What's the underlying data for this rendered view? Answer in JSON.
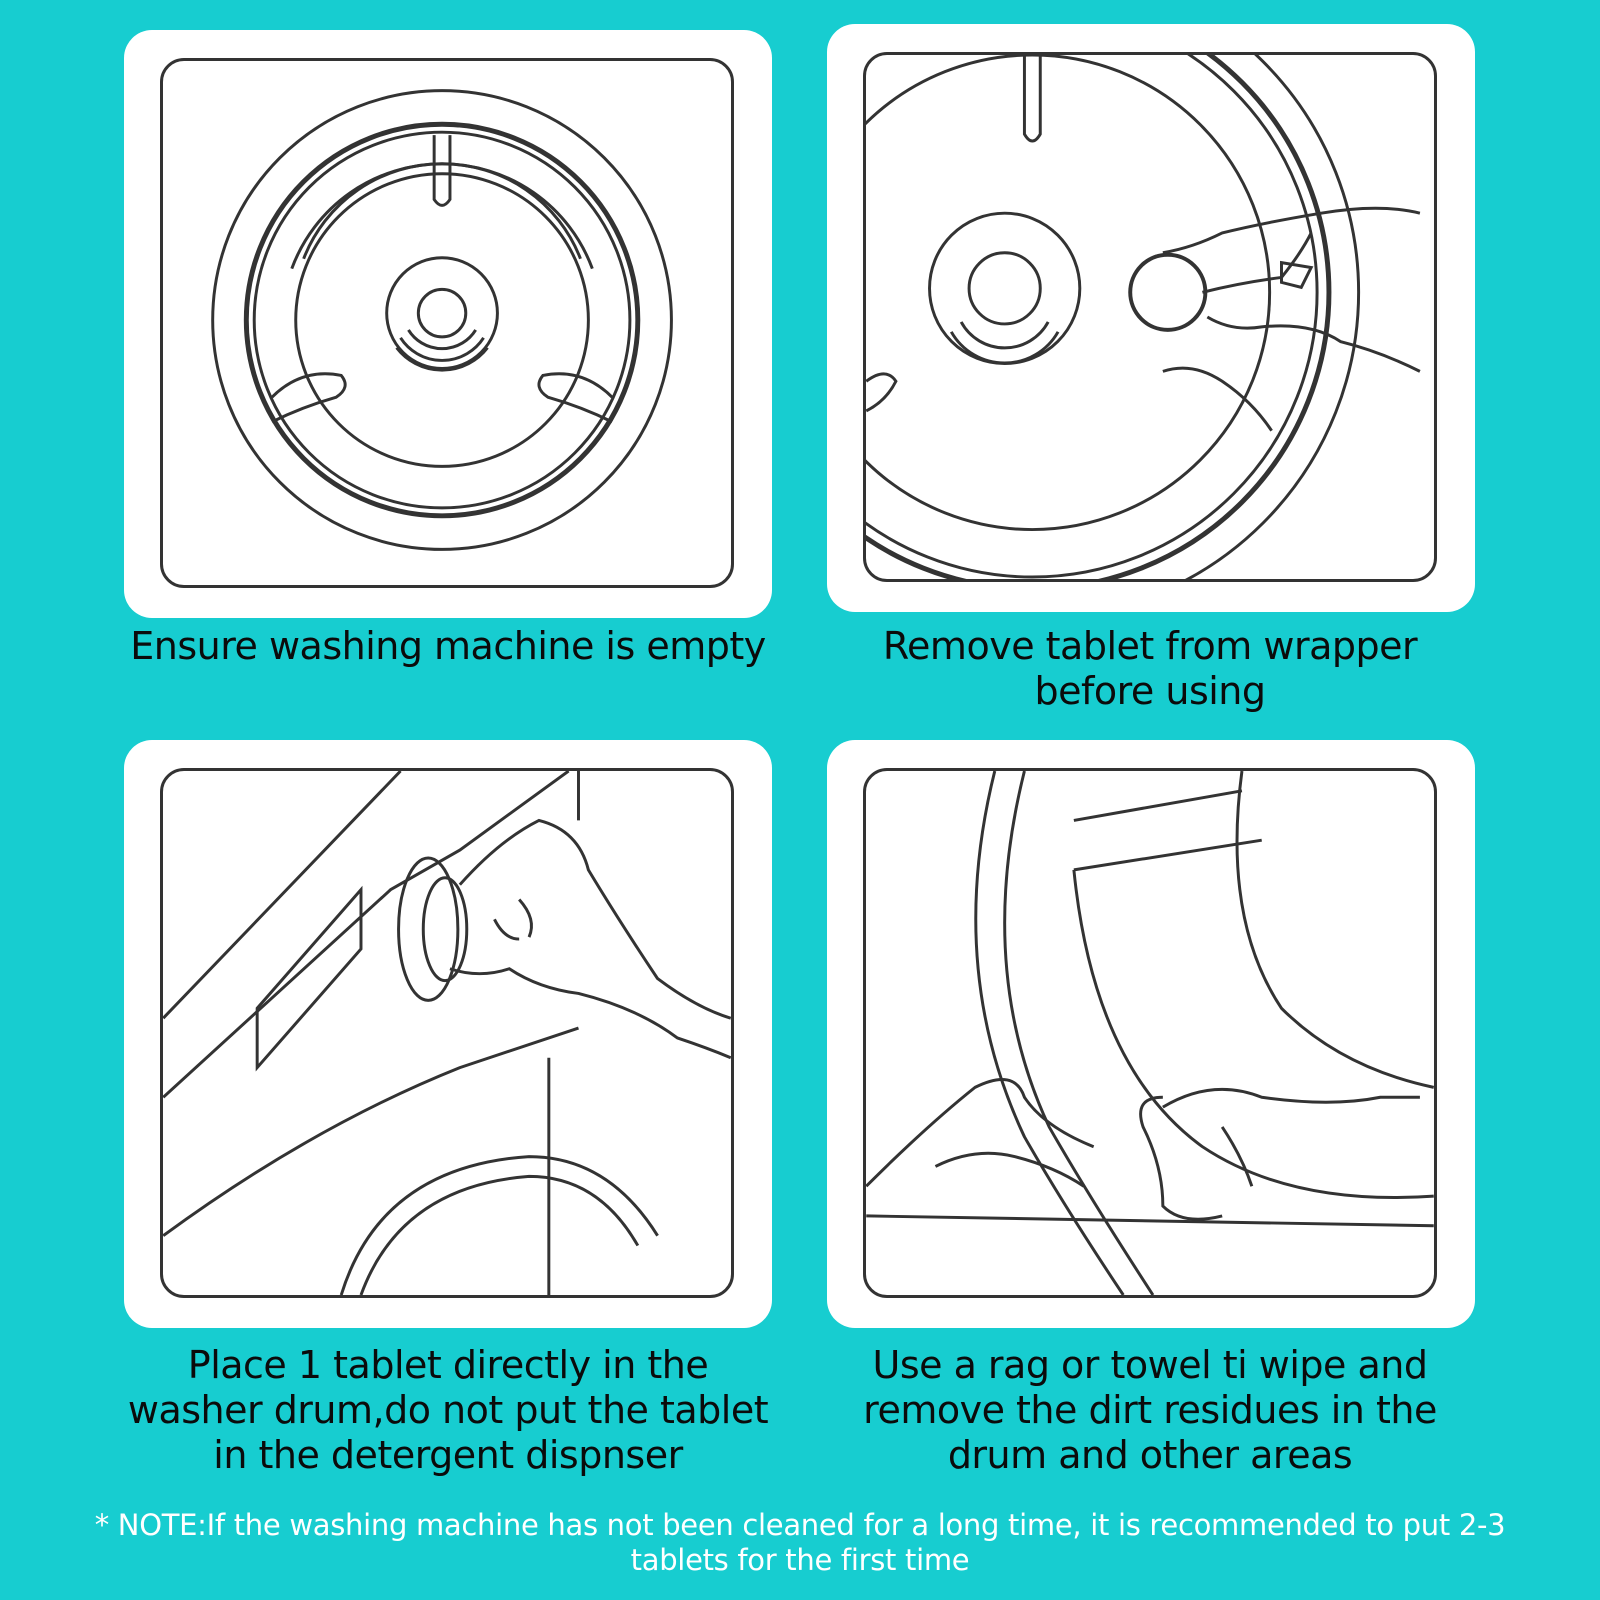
{
  "steps": [
    {
      "caption": "Ensure washing machine is empty"
    },
    {
      "caption": "Remove tablet from wrapper before using"
    },
    {
      "caption": "Place 1 tablet directly in the washer drum,do not put the tablet in the detergent dispnser"
    },
    {
      "caption": "Use a rag or towel ti wipe and remove the dirt residues in the drum and other areas"
    }
  ],
  "note": "* NOTE:If the washing machine has not been cleaned for a long time, it is recommended to put 2-3 tablets for the first time",
  "colors": {
    "background": "#17CDD0",
    "card": "#FFFFFF",
    "line": "#333333",
    "note_text": "#FFFFFF"
  }
}
